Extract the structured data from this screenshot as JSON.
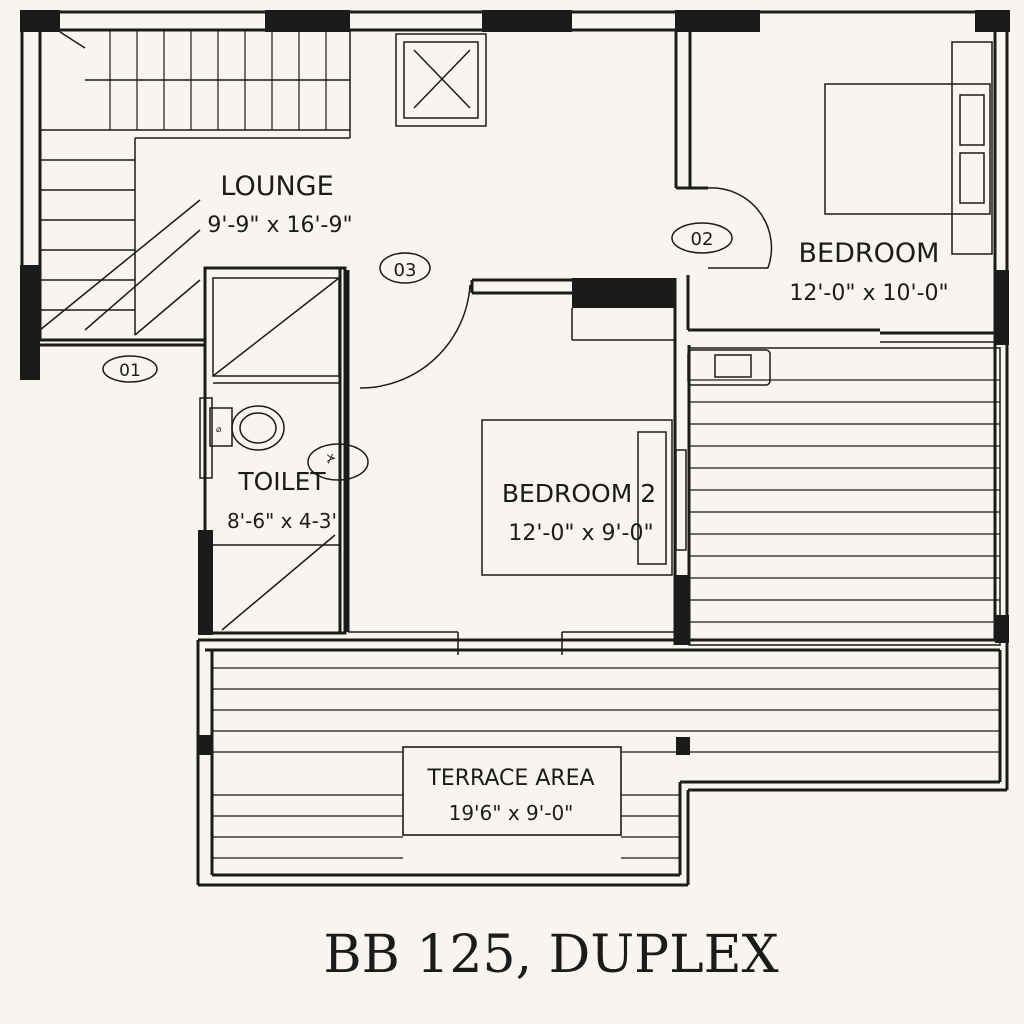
{
  "plan": {
    "title": "BB 125, DUPLEX",
    "rooms": {
      "lounge": {
        "name": "LOUNGE",
        "size": "9'-9\" x 16'-9\""
      },
      "bedroom": {
        "name": "BEDROOM",
        "size": "12'-0\" x 10'-0\""
      },
      "bedroom2": {
        "name": "BEDROOM 2",
        "size": "12'-0\" x 9'-0\""
      },
      "toilet": {
        "name": "TOILET",
        "size": "8'-6\" x 4-3'"
      },
      "terrace": {
        "name": "TERRACE AREA",
        "size": "19'6\" x 9'-0\""
      }
    },
    "doors": {
      "d01": "01",
      "d02": "02",
      "d03": "03"
    }
  }
}
